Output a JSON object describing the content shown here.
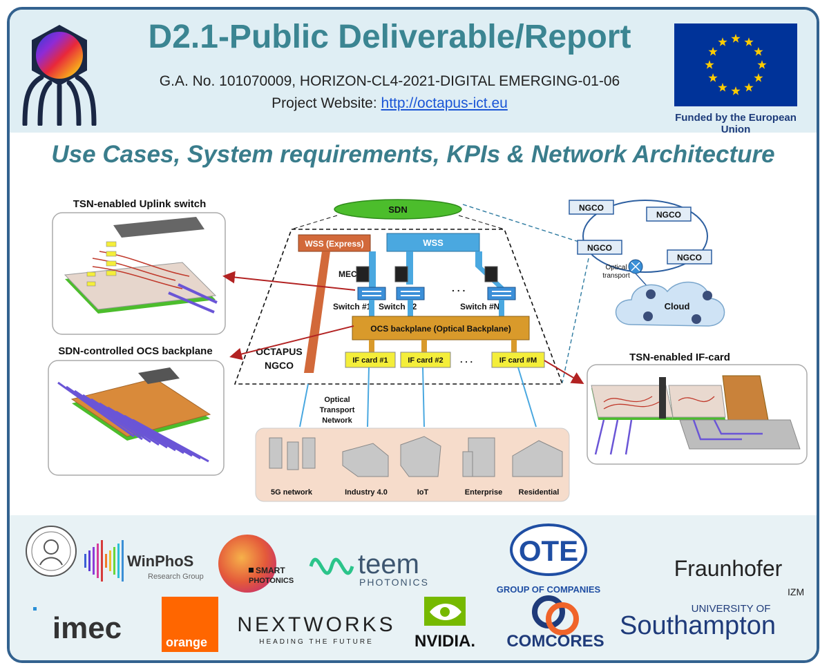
{
  "header": {
    "title": "D2.1-Public Deliverable/Report",
    "ga_line": "G.A. No. 101070009, HORIZON-CL4-2021-DIGITAL EMERGING-01-06",
    "website_label": "Project Website:",
    "website_url": "http://octapus-ict.eu",
    "funded": "Funded by the European Union"
  },
  "subtitle": "Use Cases, System requirements, KPIs & Network Architecture",
  "diagram": {
    "sdn": "SDN",
    "wss_express": "WSS (Express)",
    "wss": "WSS",
    "mec": "MEC",
    "switch1": "Switch #1",
    "switch2": "Switch #2",
    "switchN": "Switch #N",
    "ellipsis": ". . .",
    "ocs": "OCS backplane  (Optical Backplane)",
    "octapus": "OCTAPUS",
    "ngco_label": "NGCO",
    "ifcard1": "IF card #1",
    "ifcard2": "IF card #2",
    "ifcardM": "IF card #M",
    "otn_1": "Optical",
    "otn_2": "Transport",
    "otn_3": "Network",
    "tsn_uplink": "TSN-enabled Uplink switch",
    "sdn_ocs": "SDN-controlled OCS backplane",
    "tsn_ifcard": "TSN-enabled IF-card",
    "ngco": "NGCO",
    "optical_transport_1": "Optical",
    "optical_transport_2": "transport",
    "cloud": "Cloud",
    "use_cases": [
      "5G network",
      "Industry 4.0",
      "IoT",
      "Enterprise",
      "Residential"
    ]
  },
  "partners": {
    "winphos": "WinPhoS",
    "winphos_sub": "Research Group",
    "smart_1": "SMART",
    "smart_2": "PHOTONICS",
    "teem": "teem",
    "teem_sub": "PHOTONICS",
    "ote": "OTE",
    "ote_sub": "GROUP OF COMPANIES",
    "fraunhofer": "Fraunhofer",
    "fraunhofer_sub": "IZM",
    "imec": "imec",
    "orange": "orange",
    "nextworks": "NEXTWORKS",
    "nextworks_sub": "HEADING THE FUTURE",
    "nvidia": "NVIDIA.",
    "comcores": "COMCORES",
    "soton_1": "UNIVERSITY OF",
    "soton_2": "Southampton"
  },
  "colors": {
    "frame": "#33628f",
    "title": "#3b8592",
    "header_bg": "#dfeef4",
    "eu_blue": "#003399",
    "eu_star": "#ffcc00",
    "wss_blue": "#4aa8e0",
    "wss_express": "#d2693a",
    "ocs_orange": "#d99a2b",
    "ifcard_yellow": "#f4ee3a",
    "arrow_red": "#b22222",
    "sdn_green": "#4cbd2c"
  }
}
